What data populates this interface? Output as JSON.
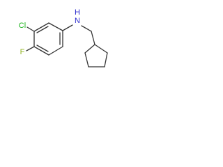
{
  "molecule": {
    "atoms": {
      "chlorine": {
        "label": "Cl",
        "color": "#1db31d"
      },
      "fluorine": {
        "label": "F",
        "color": "#8fb31d"
      },
      "amine": {
        "label": "N",
        "color": "#2b2bcc"
      },
      "amine_h": {
        "label": "H",
        "color": "#2b2bcc"
      }
    }
  }
}
